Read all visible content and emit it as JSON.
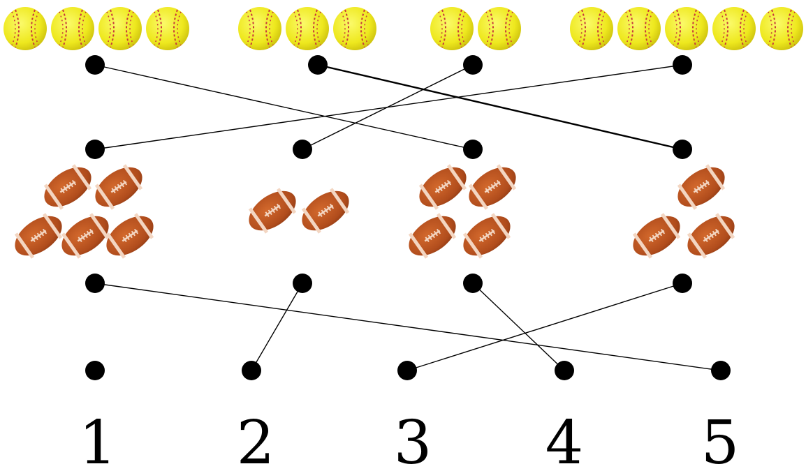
{
  "diagram": {
    "softball_groups": [
      {
        "count": 4
      },
      {
        "count": 3
      },
      {
        "count": 2
      },
      {
        "count": 5
      }
    ],
    "football_groups": [
      {
        "count": 5
      },
      {
        "count": 2
      },
      {
        "count": 4
      },
      {
        "count": 3
      }
    ],
    "number_labels": [
      "1",
      "2",
      "3",
      "4",
      "5"
    ],
    "softball_to_football_links": [
      {
        "from_softball_group": 1,
        "to_football_group": 3
      },
      {
        "from_softball_group": 2,
        "to_football_group": 4
      },
      {
        "from_softball_group": 3,
        "to_football_group": 2
      },
      {
        "from_softball_group": 4,
        "to_football_group": 1
      }
    ],
    "football_to_number_links": [
      {
        "from_football_group": 1,
        "to_number": "5"
      },
      {
        "from_football_group": 2,
        "to_number": "2"
      },
      {
        "from_football_group": 3,
        "to_number": "4"
      },
      {
        "from_football_group": 4,
        "to_number": "3"
      }
    ],
    "colors": {
      "softball_fill": "#f2ee2a",
      "softball_stitch": "#c8383a",
      "football_fill": "#b9531f",
      "football_stripe": "#f3d6c2",
      "dot": "#000000",
      "line": "#000000"
    }
  }
}
